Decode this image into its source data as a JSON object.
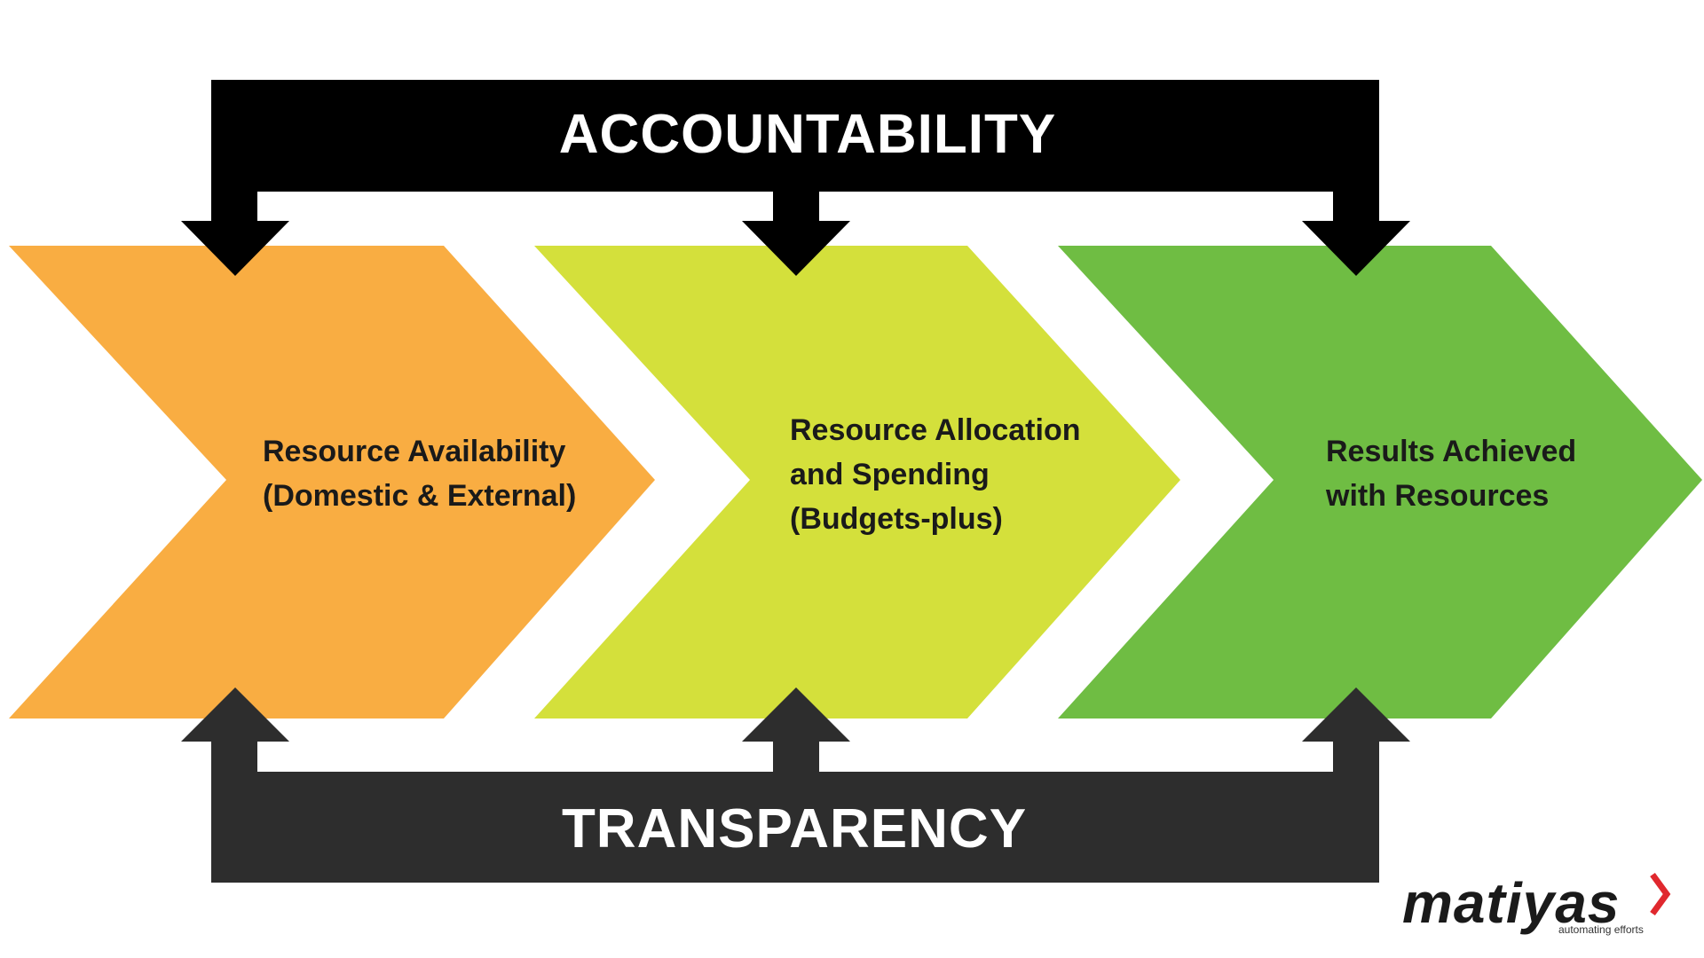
{
  "top_bar": {
    "label": "ACCOUNTABILITY",
    "color": "#000000"
  },
  "bottom_bar": {
    "label": "TRANSPARENCY",
    "color": "#2d2d2d"
  },
  "stages": [
    {
      "lines": [
        "Resource Availability",
        "(Domestic & External)"
      ],
      "color": "#f9ad42"
    },
    {
      "lines": [
        "Resource Allocation",
        "and Spending",
        "(Budgets-plus)"
      ],
      "color": "#d4e03b"
    },
    {
      "lines": [
        "Results Achieved",
        "with Resources"
      ],
      "color": "#6fbd43"
    }
  ],
  "logo": {
    "name": "matiyas",
    "tagline": "automating efforts",
    "accent_color": "#e0282e"
  }
}
